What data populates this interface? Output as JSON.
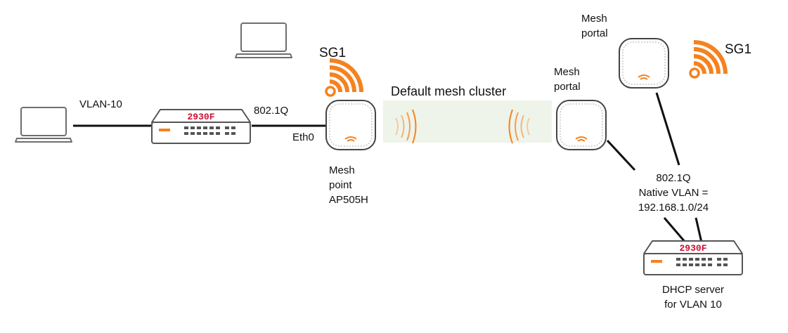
{
  "labels": {
    "vlan10": "VLAN-10",
    "dot1q_left": "802.1Q",
    "eth0": "Eth0",
    "mesh_point_line1": "Mesh",
    "mesh_point_line2": "point",
    "mesh_point_line3": "AP505H",
    "cluster": "Default mesh cluster",
    "portal_mid_line1": "Mesh",
    "portal_mid_line2": "portal",
    "portal_top_line1": "Mesh",
    "portal_top_line2": "portal",
    "sg1_left": "SG1",
    "sg1_right": "SG1",
    "dot1q_right": "802.1Q",
    "native_vlan": "Native VLAN =",
    "subnet": "192.168.1.0/24",
    "dhcp_line1": "DHCP server",
    "dhcp_line2": "for VLAN 10"
  },
  "switches": {
    "left_model": "2930F",
    "right_model": "2930F"
  },
  "colors": {
    "accent_orange": "#f5821f",
    "switch_red": "#c8102e",
    "cluster_band": "#eef4ea",
    "line": "#111111",
    "device_gray": "#6e6e6e"
  }
}
